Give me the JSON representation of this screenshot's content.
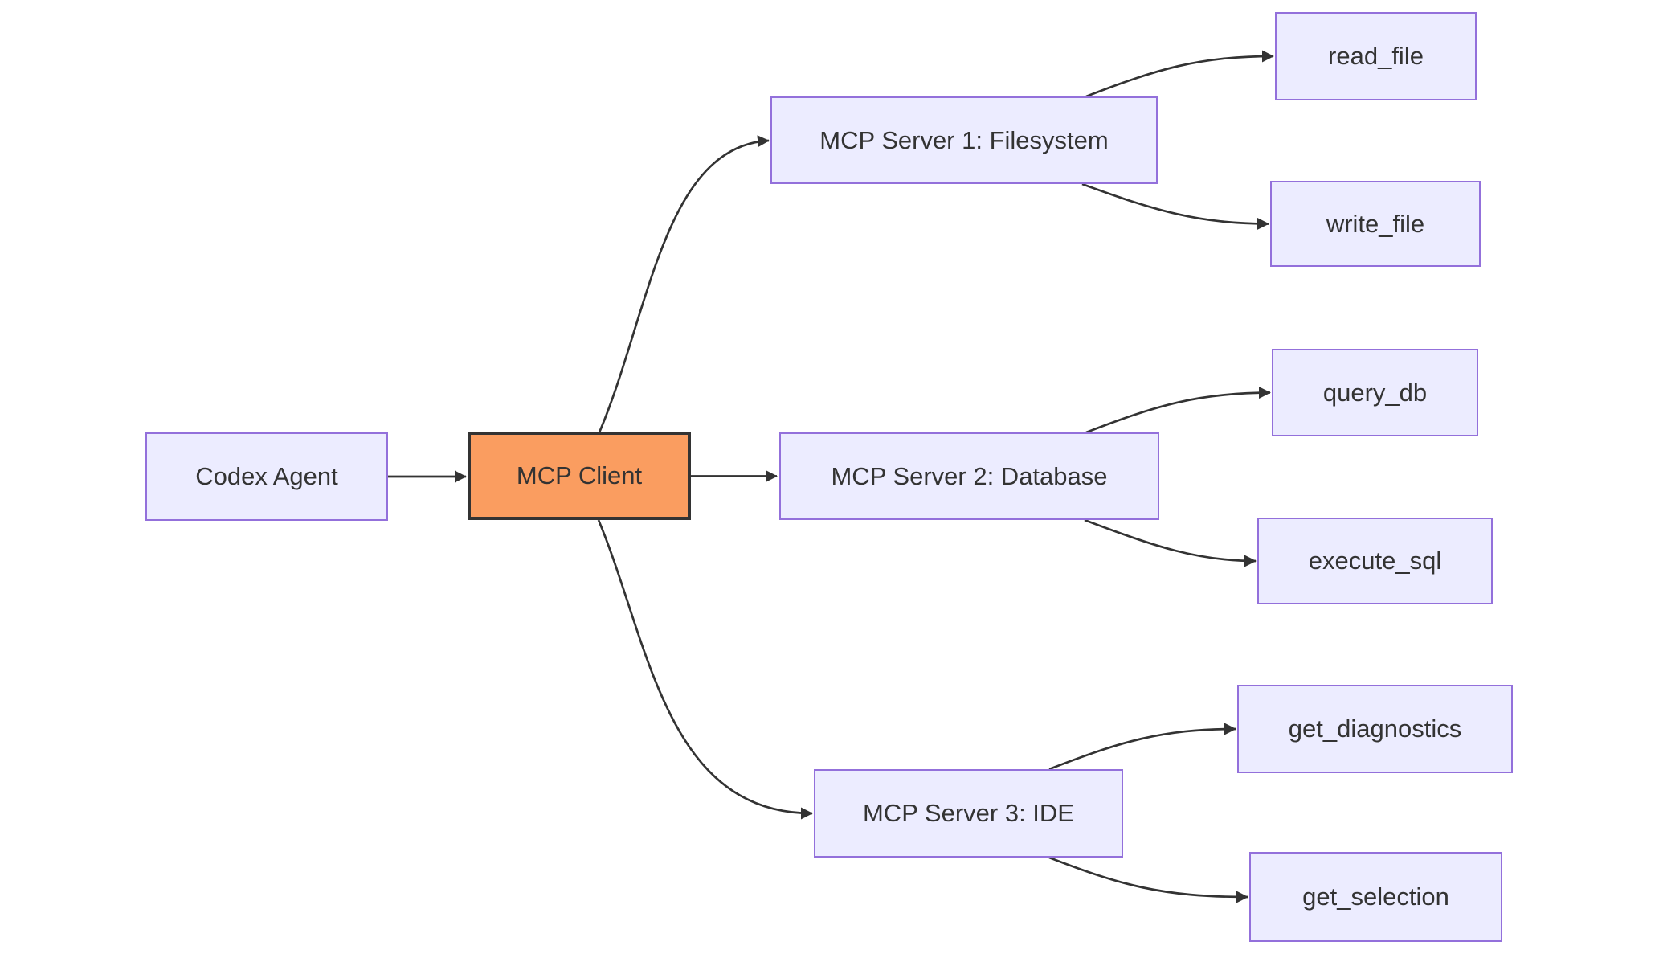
{
  "diagram": {
    "type": "flowchart",
    "direction": "LR",
    "background": "#FFFFFF",
    "palette": {
      "node_fill": "#ECECFF",
      "node_border": "#9370DB",
      "client_fill": "#FA9D60",
      "client_border": "#333333",
      "edge_color": "#333333",
      "text_color": "#333333"
    },
    "nodes": {
      "agent": {
        "label": "Codex Agent"
      },
      "client": {
        "label": "MCP Client"
      },
      "server1": {
        "label": "MCP Server 1: Filesystem"
      },
      "server2": {
        "label": "MCP Server 2: Database"
      },
      "server3": {
        "label": "MCP Server 3: IDE"
      },
      "tool_read_file": {
        "label": "read_file"
      },
      "tool_write_file": {
        "label": "write_file"
      },
      "tool_query_db": {
        "label": "query_db"
      },
      "tool_execute_sql": {
        "label": "execute_sql"
      },
      "tool_get_diagnostics": {
        "label": "get_diagnostics"
      },
      "tool_get_selection": {
        "label": "get_selection"
      }
    },
    "edges": [
      {
        "from": "Codex Agent",
        "to": "MCP Client"
      },
      {
        "from": "MCP Client",
        "to": "MCP Server 1: Filesystem"
      },
      {
        "from": "MCP Client",
        "to": "MCP Server 2: Database"
      },
      {
        "from": "MCP Client",
        "to": "MCP Server 3: IDE"
      },
      {
        "from": "MCP Server 1: Filesystem",
        "to": "read_file"
      },
      {
        "from": "MCP Server 1: Filesystem",
        "to": "write_file"
      },
      {
        "from": "MCP Server 2: Database",
        "to": "query_db"
      },
      {
        "from": "MCP Server 2: Database",
        "to": "execute_sql"
      },
      {
        "from": "MCP Server 3: IDE",
        "to": "get_diagnostics"
      },
      {
        "from": "MCP Server 3: IDE",
        "to": "get_selection"
      }
    ]
  }
}
